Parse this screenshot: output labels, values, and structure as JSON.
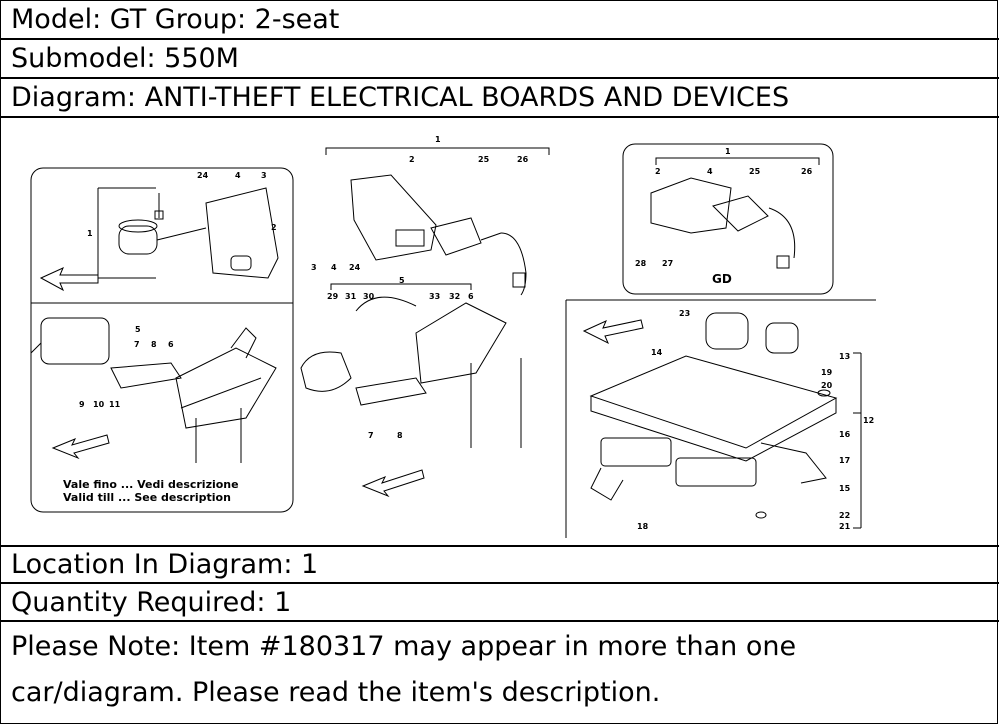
{
  "header": {
    "model": "Model: GT Group: 2-seat",
    "submodel": "Submodel: 550M",
    "diagram": "Diagram: ANTI-THEFT ELECTRICAL BOARDS AND DEVICES"
  },
  "diagram_labels": {
    "left_caption_it": "Vale fino ... Vedi descrizione",
    "left_caption_en": "Valid till ... See description",
    "variant": "GD",
    "callouts": [
      "1",
      "2",
      "3",
      "4",
      "5",
      "6",
      "7",
      "8",
      "9",
      "10",
      "11",
      "12",
      "13",
      "14",
      "15",
      "16",
      "17",
      "18",
      "19",
      "20",
      "21",
      "22",
      "23",
      "24",
      "25",
      "26",
      "27",
      "28",
      "29",
      "30",
      "31",
      "32",
      "33"
    ]
  },
  "footer": {
    "location": "Location In Diagram: 1",
    "quantity": "Quantity Required: 1",
    "note_line1": "Please Note: Item #180317 may appear in more than one",
    "note_line2": "car/diagram. Please read the item's description."
  }
}
